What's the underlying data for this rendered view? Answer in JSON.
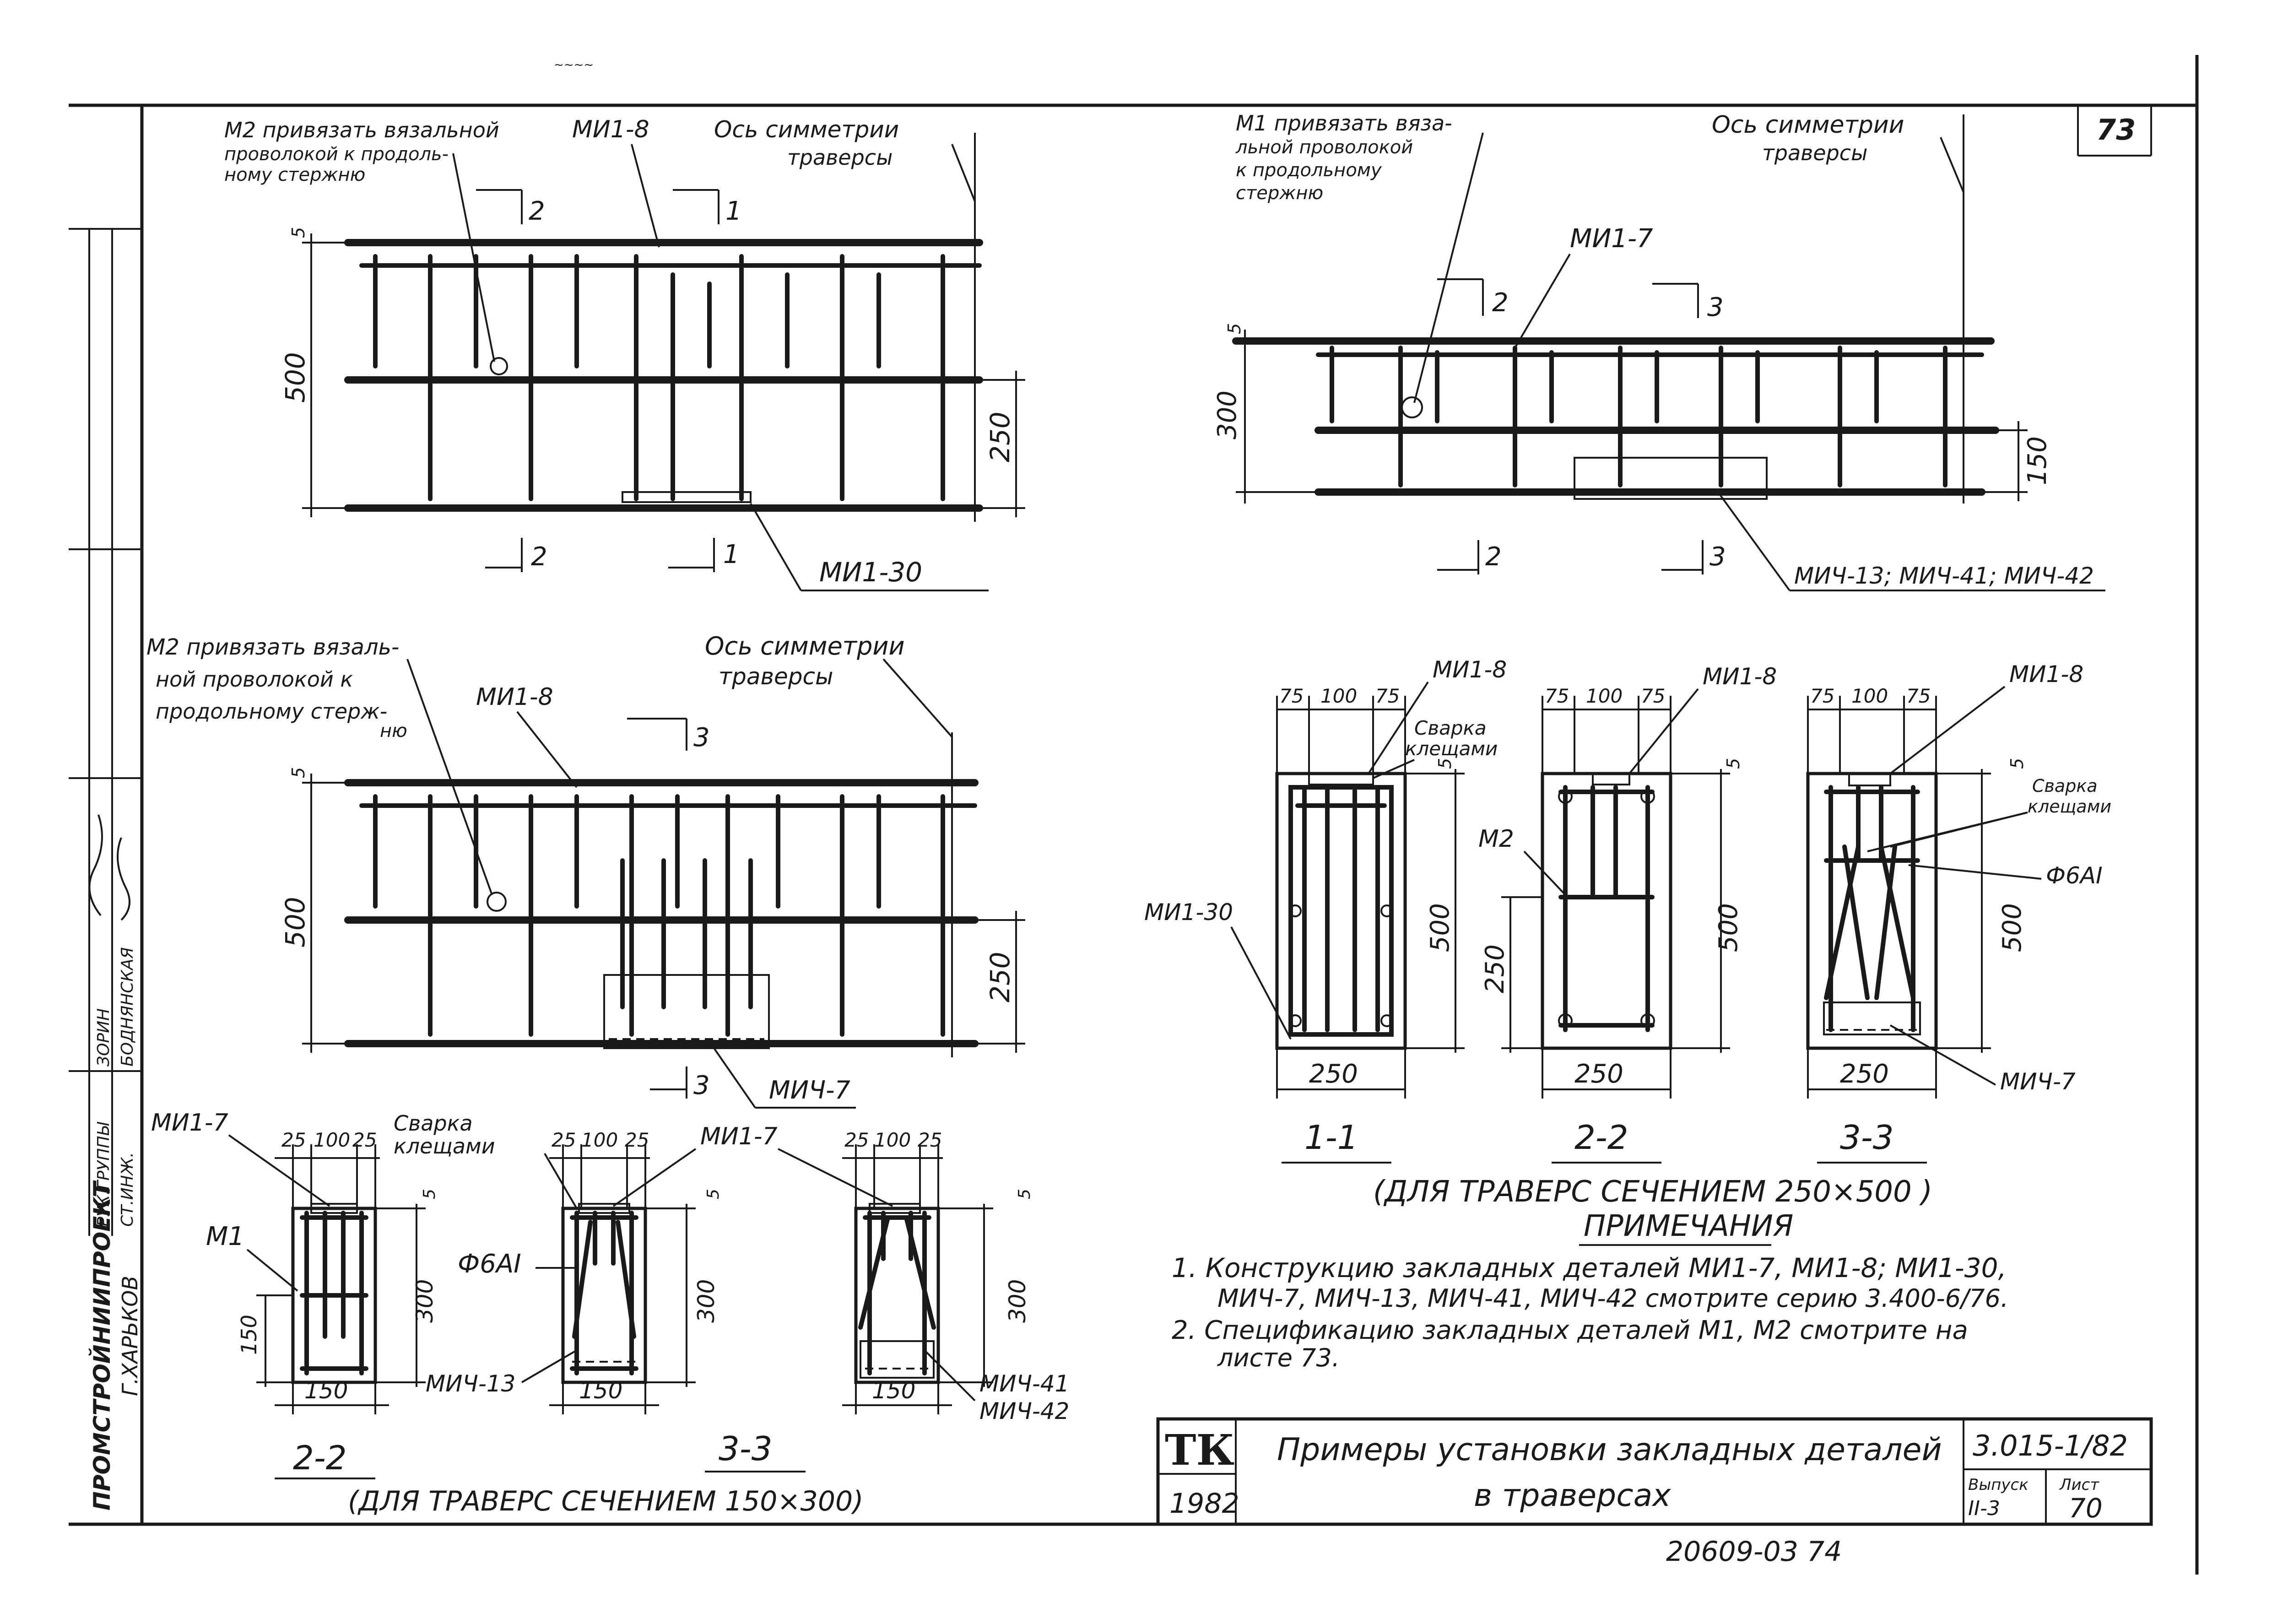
{
  "sheet": {
    "number": "73",
    "footer_code": "20609-03 74",
    "top_mark": "~~~~"
  },
  "left_stamp": {
    "org": "ПРОМСТРОЙНИИПРОЕКТ",
    "city": "Г.ХАРЬКОВ",
    "rows": [
      {
        "role": "РУК.ГРУППЫ",
        "name": "ЗОРИН"
      },
      {
        "role": "СТ.ИНЖ.",
        "name": "БОДНЯНСКАЯ"
      }
    ]
  },
  "view_top_left": {
    "note": [
      "М2 привязать вязальной",
      "проволокой к продоль-",
      "ному стержню"
    ],
    "part": "МИ1-8",
    "axis": [
      "Ось симметрии",
      "траверсы"
    ],
    "dim_top": "5",
    "dim_height": "500",
    "dim_right": "250",
    "cut_2": "2",
    "cut_1": "1",
    "bottom_part": "МИ1-30"
  },
  "view_top_right": {
    "note": [
      "М1 привязать вяза-",
      "льной проволокой",
      "к продольному",
      "стержню"
    ],
    "part": "МИ1-7",
    "axis": [
      "Ось симметрии",
      "траверсы"
    ],
    "dim_top": "5",
    "dim_height": "300",
    "dim_right": "150",
    "cut_2": "2",
    "cut_3": "3",
    "bottom_parts": "МИЧ-13; МИЧ-41; МИЧ-42"
  },
  "view_mid_left": {
    "note": [
      "М2 привязать вязаль-",
      "ной проволокой к",
      "продольному стерж-",
      "ню"
    ],
    "part": "МИ1-8",
    "axis": [
      "Ось симметрии",
      "траверсы"
    ],
    "dim_top": "5",
    "dim_height": "500",
    "dim_right": "250",
    "cut_3": "3",
    "bottom_part": "МИЧ-7"
  },
  "sections_large": {
    "dims_top": [
      "75",
      "100",
      "75"
    ],
    "width": "250",
    "height": "500",
    "half": "250",
    "dim_5": "5",
    "labels": {
      "mi1_8": "МИ1-8",
      "weld": [
        "Сварка",
        "клещами"
      ],
      "m2": "М2",
      "mi1_30": "МИ1-30",
      "rebar": "Ф6АI",
      "mich7": "МИЧ-7"
    },
    "titles": [
      "1-1",
      "2-2",
      "3-3"
    ],
    "caption": "(ДЛЯ ТРАВЕРС СЕЧЕНИЕМ 250×500 )"
  },
  "sections_small": {
    "dims_top": [
      "25",
      "100",
      "25"
    ],
    "width": "150",
    "height": "300",
    "low": "150",
    "dim_5": "5",
    "labels": {
      "mi1_7": "МИ1-7",
      "m1": "М1",
      "weld": [
        "Сварка",
        "клещами"
      ],
      "rebar": "Ф6АI",
      "mich13": "МИЧ-13",
      "mich41": "МИЧ-41",
      "mich42": "МИЧ-42"
    },
    "titles": [
      "2-2",
      "3-3"
    ],
    "caption": "(ДЛЯ ТРАВЕРС СЕЧЕНИЕМ 150×300)"
  },
  "notes": {
    "heading": "ПРИМЕЧАНИЯ",
    "items": [
      "1. Конструкцию закладных деталей МИ1-7, МИ1-8; МИ1-30,",
      "МИЧ-7, МИЧ-13, МИЧ-41, МИЧ-42 смотрите серию 3.400-6/76.",
      "2. Спецификацию закладных деталей М1, М2 смотрите на",
      "листе 73."
    ]
  },
  "title_block": {
    "logo": "ТК",
    "year": "1982",
    "title": [
      "Примеры установки закладных деталей",
      "в траверсах"
    ],
    "series": "3.015-1/82",
    "issue_label": "Выпуск",
    "issue": "II-3",
    "sheet_label": "Лист",
    "sheet_no": "70"
  }
}
